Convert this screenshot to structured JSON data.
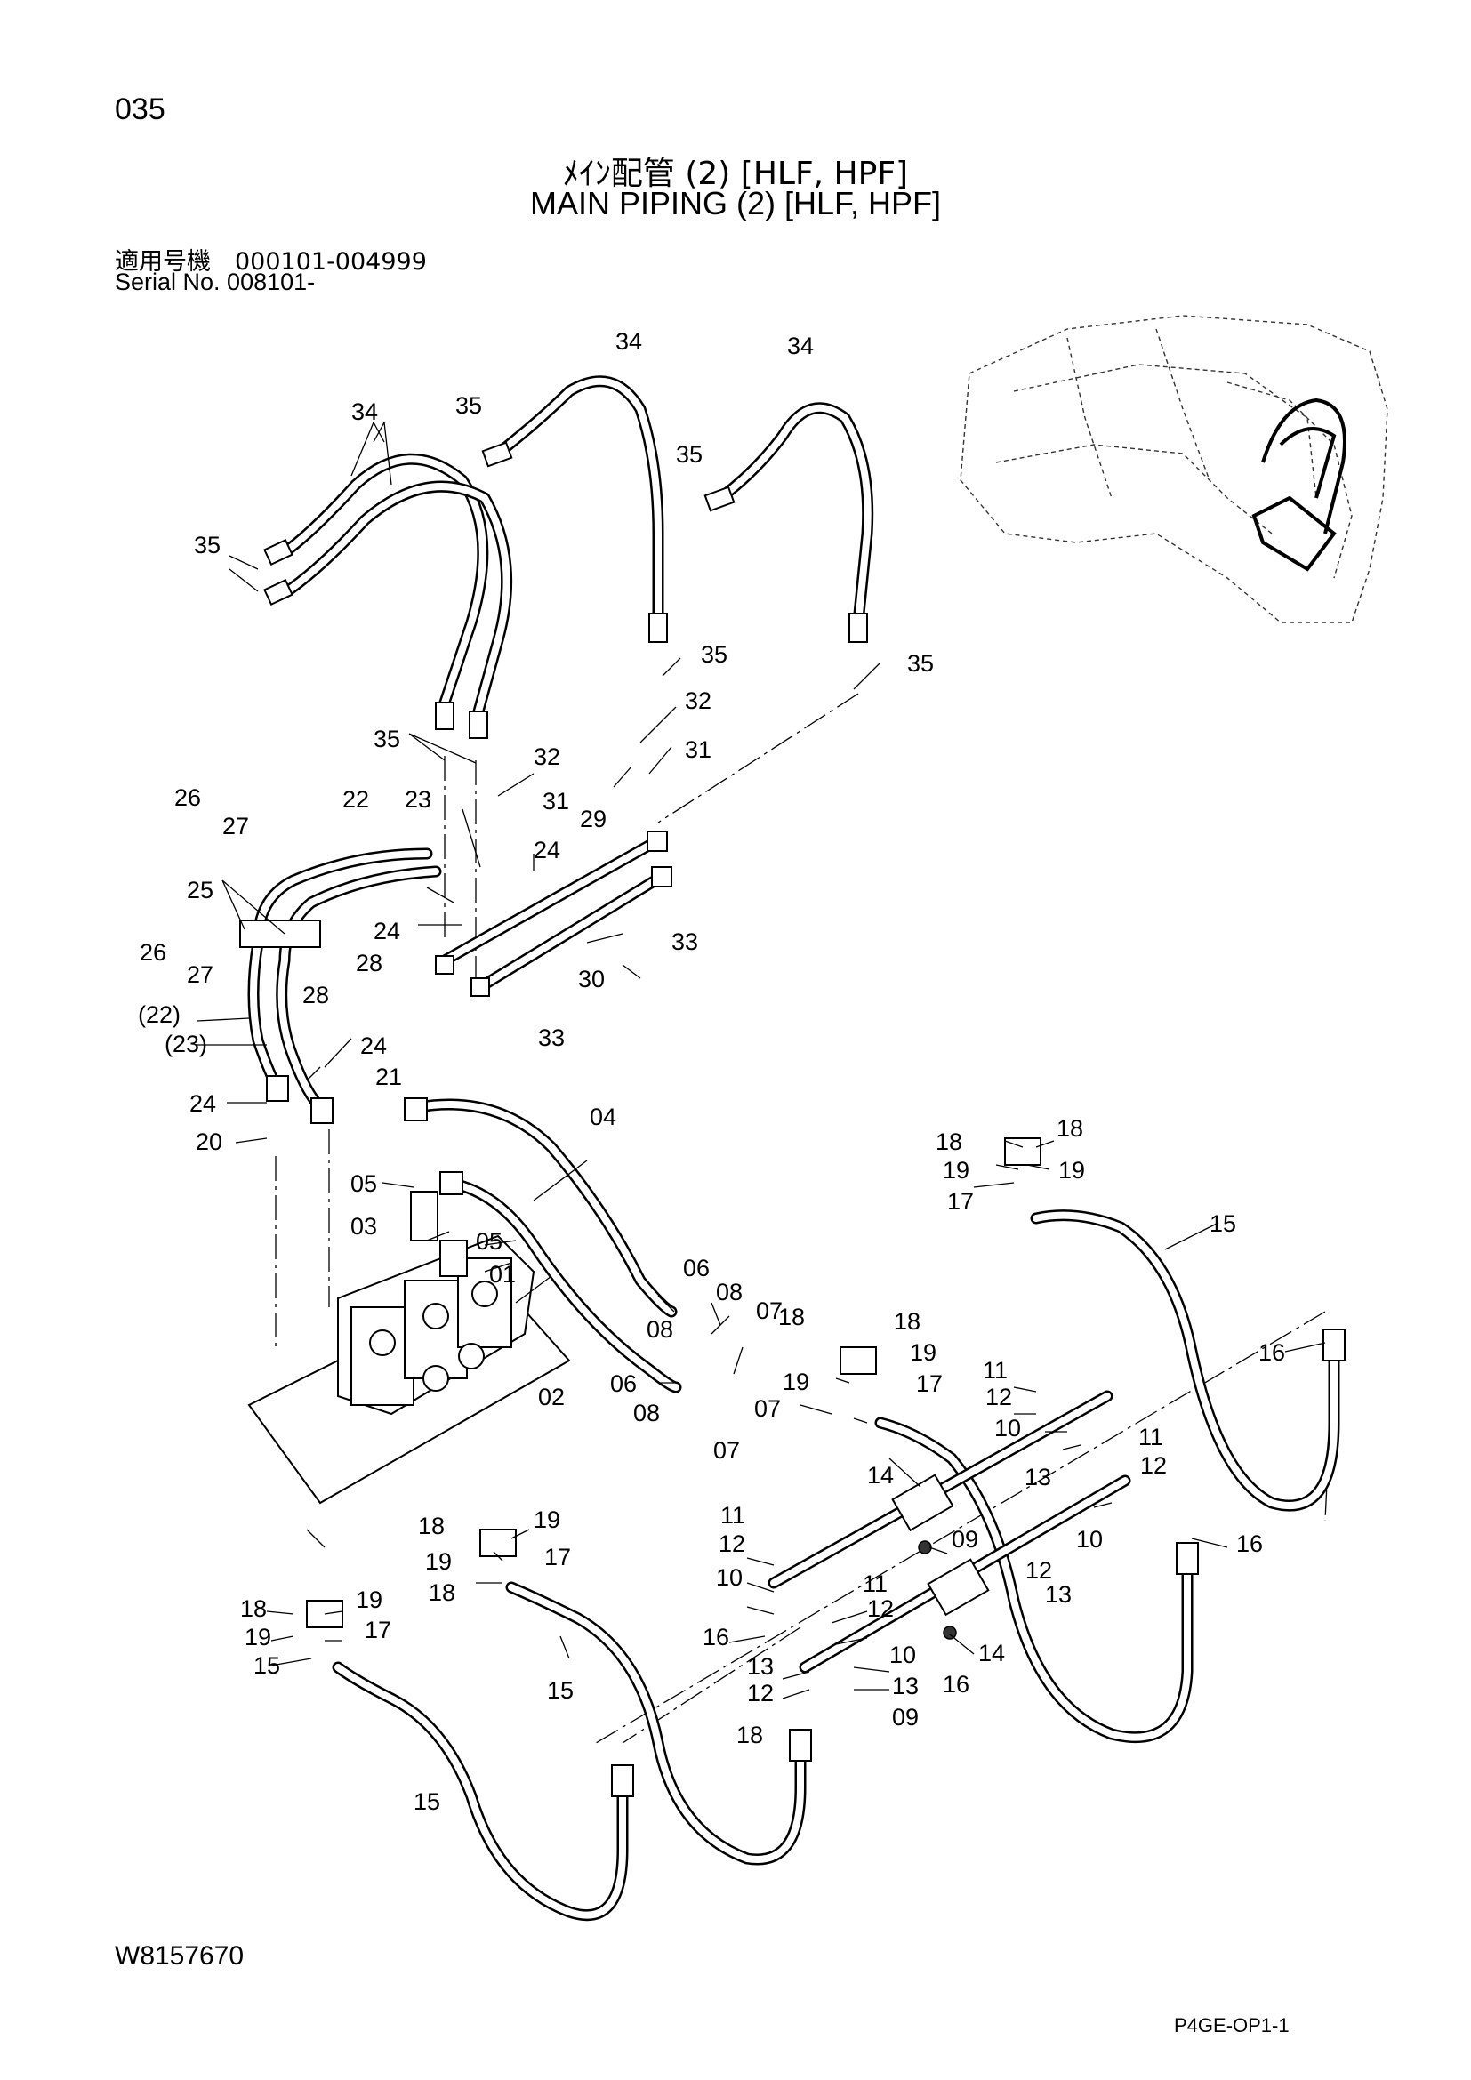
{
  "header": {
    "page_number": "035",
    "title_ja": "ﾒｲﾝ配管 (2) [HLF, HPF]",
    "title_en": "MAIN PIPING (2) [HLF, HPF]",
    "serial_ja": "適用号機　000101-004999",
    "serial_en": "Serial  No.  008101-"
  },
  "footer": {
    "doc_code": "W8157670",
    "page_code": "P4GE-OP1-1"
  },
  "callouts": [
    "34",
    "34",
    "34",
    "35",
    "35",
    "35",
    "35",
    "35",
    "35",
    "32",
    "31",
    "32",
    "31",
    "29",
    "26",
    "27",
    "22",
    "23",
    "24",
    "25",
    "24",
    "26",
    "27",
    "28",
    "28",
    "30",
    "33",
    "33",
    "(22)",
    "(23)",
    "24",
    "21",
    "24",
    "20",
    "04",
    "05",
    "03",
    "05",
    "01",
    "02",
    "06",
    "08",
    "07",
    "08",
    "06",
    "08",
    "07",
    "07",
    "18",
    "18",
    "19",
    "19",
    "17",
    "15",
    "16",
    "16",
    "18",
    "18",
    "19",
    "19",
    "17",
    "11",
    "12",
    "10",
    "11",
    "12",
    "13",
    "10",
    "12",
    "13",
    "14",
    "09",
    "11",
    "12",
    "10",
    "16",
    "11",
    "12",
    "13",
    "10",
    "12",
    "13",
    "09",
    "14",
    "16",
    "18",
    "18",
    "19",
    "19",
    "17",
    "18",
    "18",
    "19",
    "19",
    "17",
    "15",
    "15",
    "15"
  ]
}
